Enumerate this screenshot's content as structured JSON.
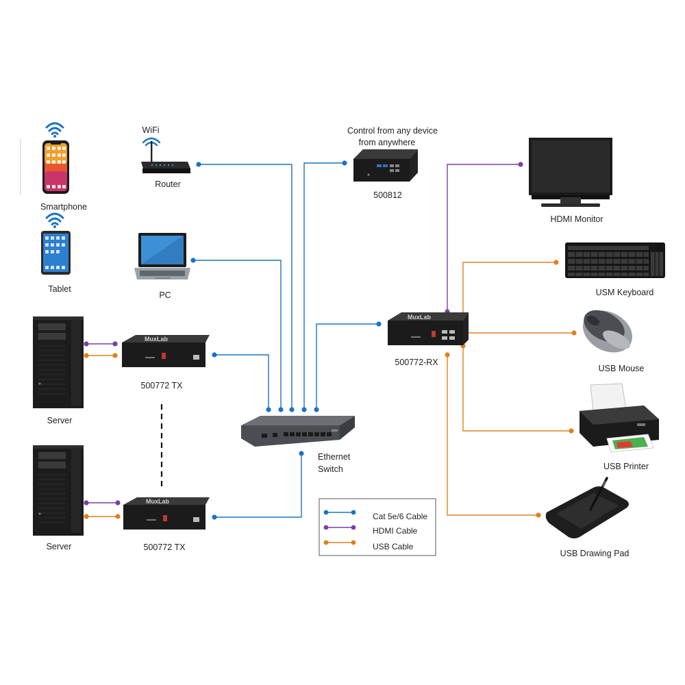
{
  "colors": {
    "cat": "#1a73c2",
    "hdmi": "#7a3fa3",
    "usb": "#e0801e",
    "device_dark": "#1b1b1b",
    "device_mid": "#3a3a3a",
    "switch_body": "#4a4d52"
  },
  "devices": {
    "smartphone": {
      "label": "Smartphone",
      "icon": "smartphone-icon"
    },
    "tablet": {
      "label": "Tablet",
      "icon": "tablet-icon"
    },
    "router": {
      "label": "Router",
      "top_label": "WiFi",
      "icon": "router-icon"
    },
    "pc": {
      "label": "PC",
      "icon": "laptop-icon"
    },
    "control_box": {
      "label": "500812",
      "caption_line1": "Control from any device",
      "caption_line2": "from anywhere",
      "icon": "mini-pc-icon"
    },
    "server_top": {
      "label": "Server",
      "icon": "server-tower-icon"
    },
    "server_bottom": {
      "label": "Server",
      "icon": "server-tower-icon"
    },
    "tx_top": {
      "label": "500772 TX",
      "brand": "MuxLab",
      "icon": "extender-tx-icon"
    },
    "tx_bottom": {
      "label": "500772 TX",
      "brand": "MuxLab",
      "icon": "extender-tx-icon"
    },
    "ethernet_switch": {
      "label_line1": "Ethernet",
      "label_line2": "Switch",
      "icon": "network-switch-icon"
    },
    "rx": {
      "label": "500772-RX",
      "brand": "MuxLab",
      "icon": "extender-rx-icon"
    },
    "hdmi_monitor": {
      "label": "HDMI Monitor",
      "icon": "monitor-icon"
    },
    "keyboard": {
      "label": "USM Keyboard",
      "icon": "keyboard-icon"
    },
    "mouse": {
      "label": "USB Mouse",
      "icon": "mouse-icon"
    },
    "printer": {
      "label": "USB Printer",
      "icon": "printer-icon"
    },
    "drawing_pad": {
      "label": "USB Drawing Pad",
      "icon": "drawing-tablet-icon"
    }
  },
  "legend": {
    "items": [
      {
        "label": "Cat 5e/6 Cable",
        "color": "#1a73c2"
      },
      {
        "label": "HDMI Cable",
        "color": "#7a3fa3"
      },
      {
        "label": "USB Cable",
        "color": "#e0801e"
      }
    ]
  }
}
